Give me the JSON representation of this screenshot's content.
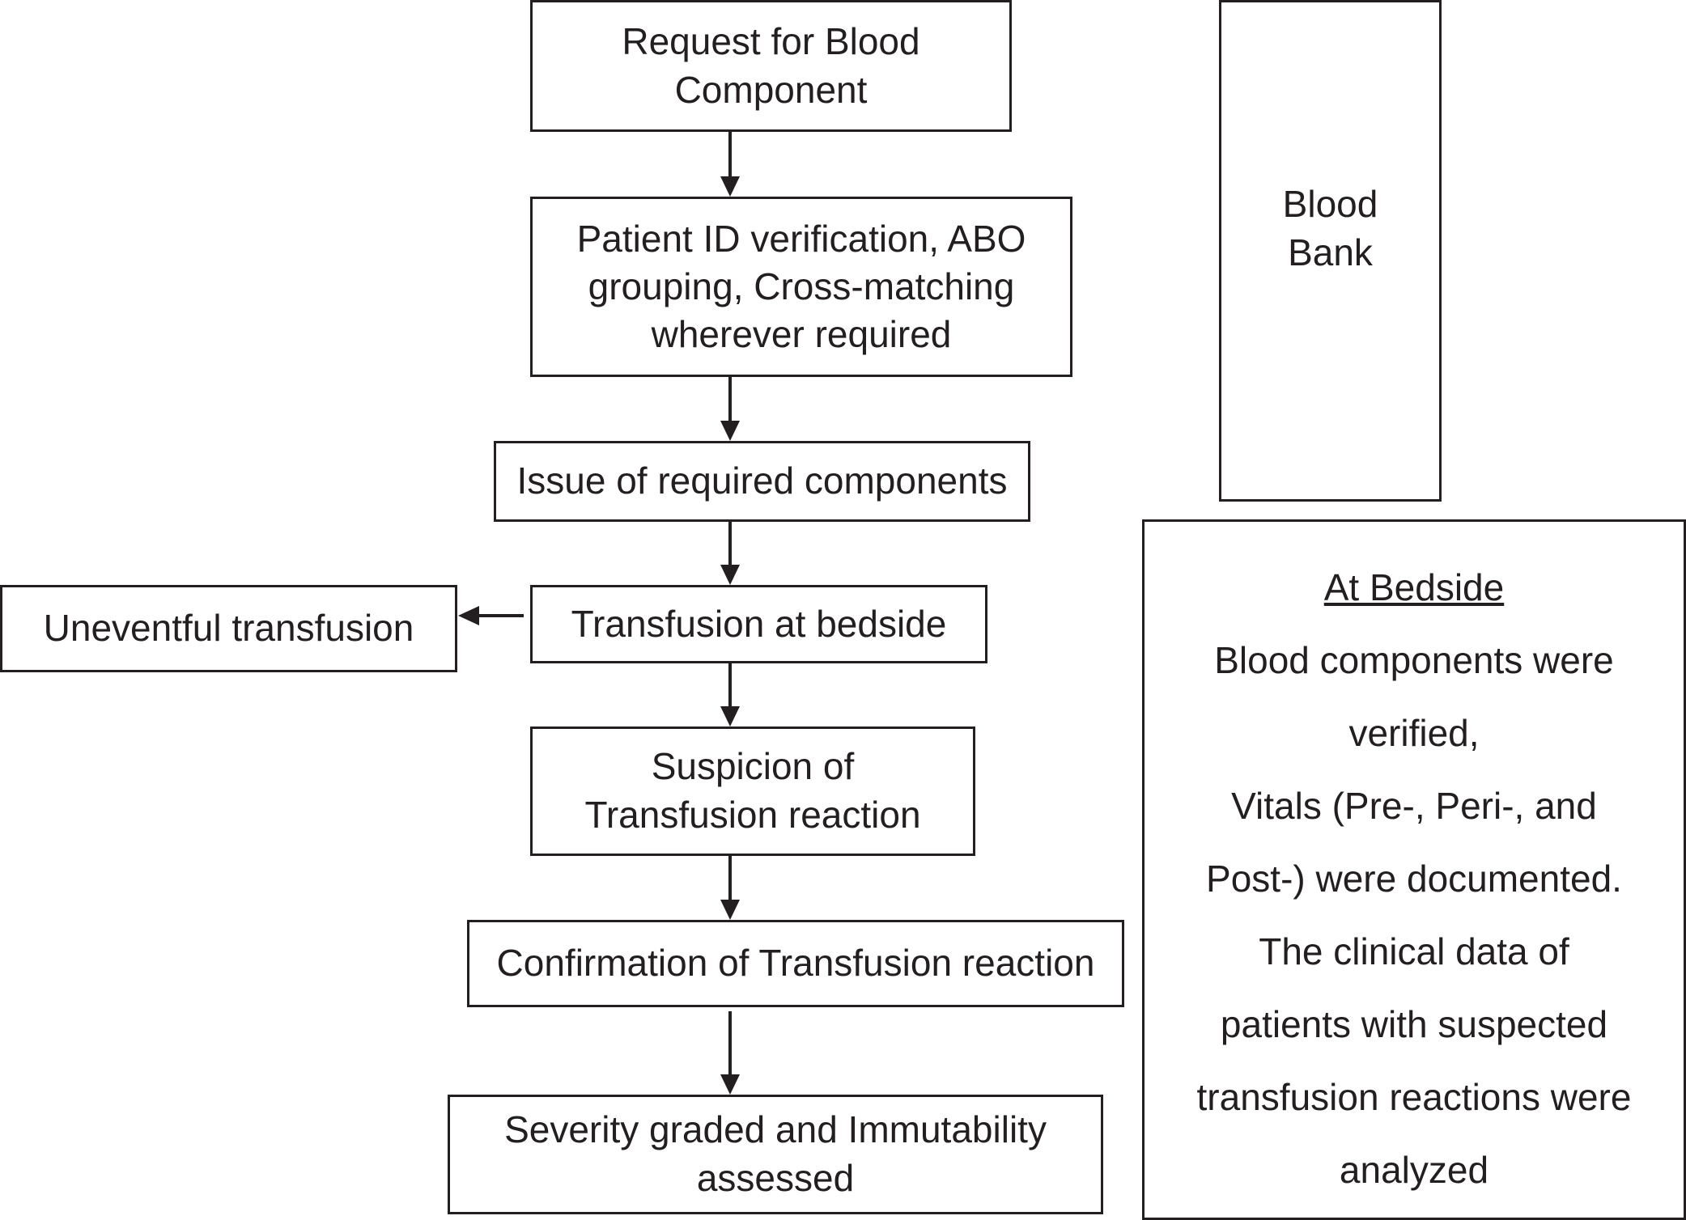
{
  "flow": {
    "request": {
      "line1": "Request for Blood",
      "line2": "Component"
    },
    "verification": {
      "line1": "Patient ID verification, ABO",
      "line2": "grouping, Cross-matching",
      "line3": "wherever required"
    },
    "issue": "Issue of required components",
    "transfusion": "Transfusion at bedside",
    "uneventful": "Uneventful transfusion",
    "suspicion": {
      "line1": "Suspicion of",
      "line2": "Transfusion reaction"
    },
    "confirmation": "Confirmation of Transfusion reaction",
    "severity": {
      "line1": "Severity graded and Immutability",
      "line2": "assessed"
    }
  },
  "blood_bank": {
    "line1": "Blood",
    "line2": "Bank"
  },
  "bedside": {
    "heading": "At Bedside",
    "lines": [
      "Blood components were",
      "verified,",
      "Vitals (Pre-, Peri-, and",
      "Post-) were documented.",
      "The clinical data of",
      "patients with suspected",
      "transfusion reactions were",
      "analyzed"
    ]
  }
}
